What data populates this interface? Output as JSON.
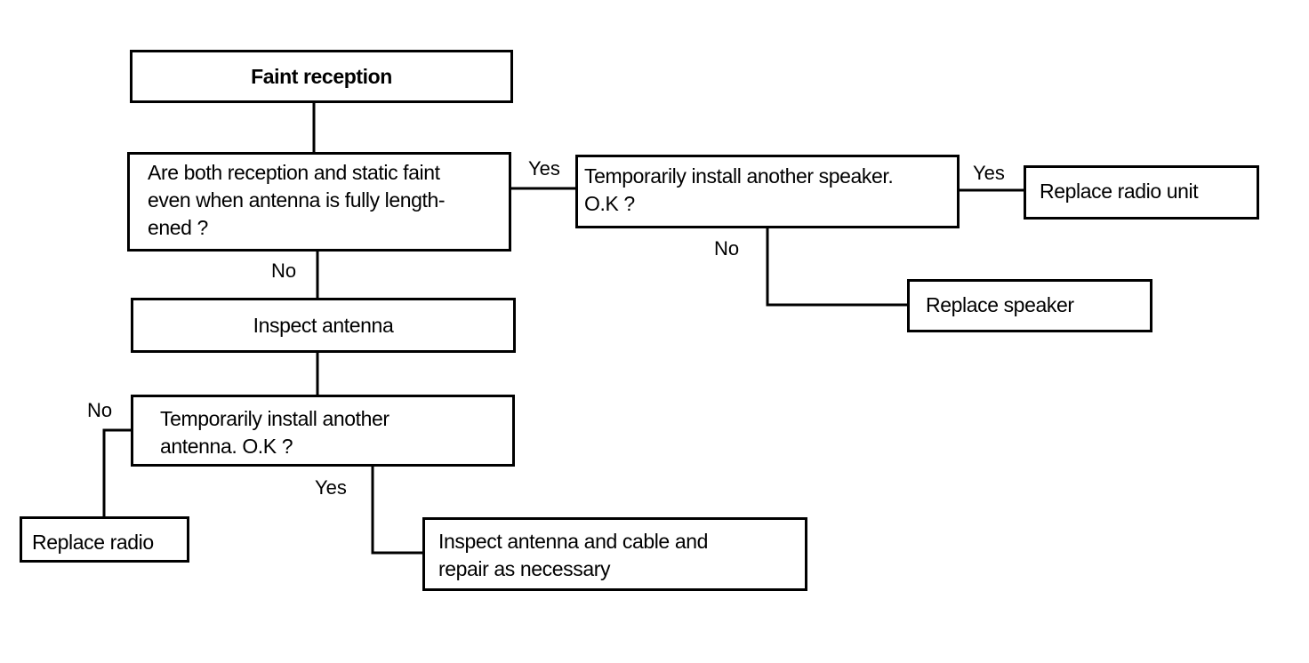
{
  "nodes": {
    "start": {
      "line1": "Faint reception"
    },
    "q_both_faint": {
      "line1": "Are both reception and static faint",
      "line2": "even when antenna is fully length-",
      "line3": "ened ?"
    },
    "q_speaker": {
      "line1": "Temporarily install another speaker.",
      "line2": "O.K ?"
    },
    "replace_radio_unit": {
      "line1": "Replace radio unit"
    },
    "replace_speaker": {
      "line1": "Replace speaker"
    },
    "inspect_antenna": {
      "line1": "Inspect antenna"
    },
    "q_antenna": {
      "line1": "Temporarily install another",
      "line2": "antenna. O.K ?"
    },
    "replace_radio": {
      "line1": "Replace radio"
    },
    "inspect_cable": {
      "line1": "Inspect antenna and cable and",
      "line2": "repair as necessary"
    }
  },
  "edge_labels": {
    "both_faint_yes": "Yes",
    "both_faint_no": "No",
    "speaker_yes": "Yes",
    "speaker_no": "No",
    "antenna_no": "No",
    "antenna_yes": "Yes"
  }
}
